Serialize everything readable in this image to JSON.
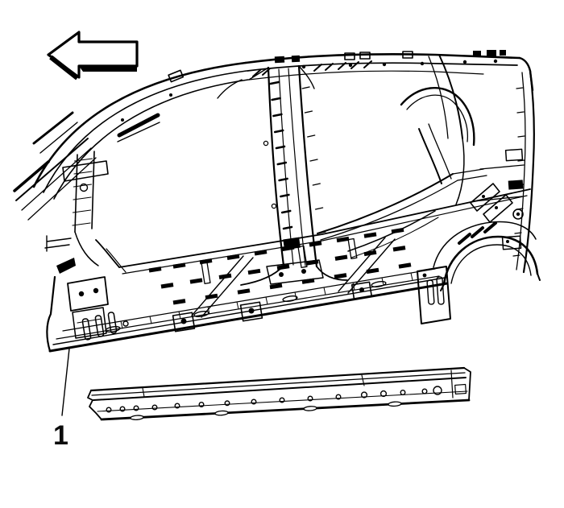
{
  "figure": {
    "type": "technical-line-illustration",
    "background": "#ffffff",
    "line_color": "#000000"
  },
  "arrow": {
    "icon": "arrow-left-icon",
    "direction": "left"
  },
  "callouts": [
    {
      "label": "1"
    }
  ]
}
